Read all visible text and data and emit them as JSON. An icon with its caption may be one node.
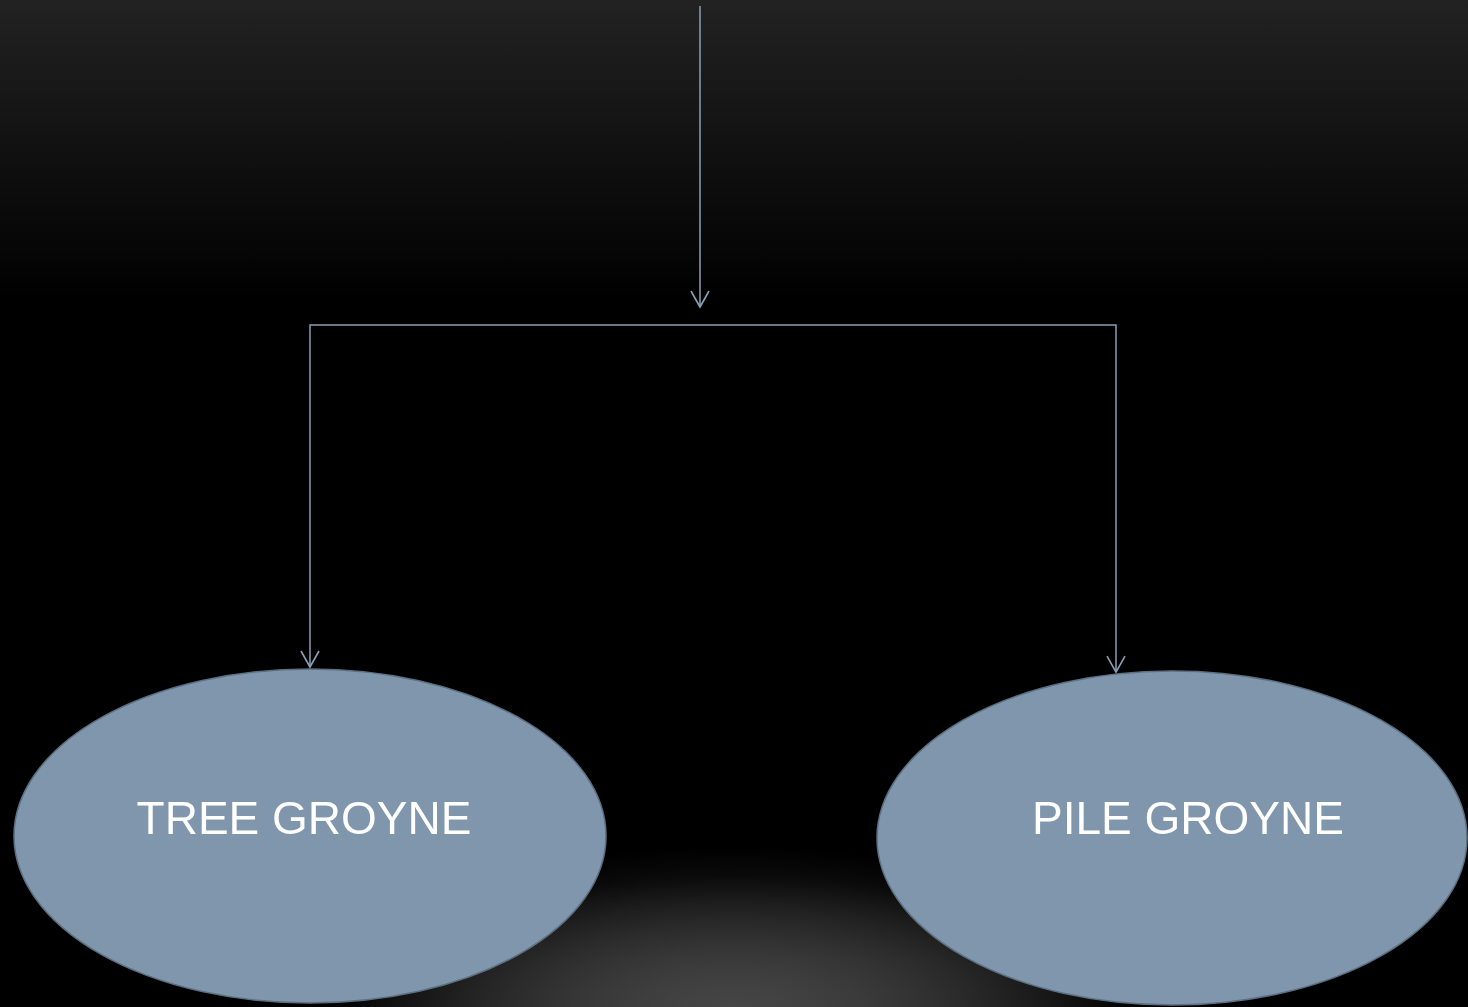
{
  "diagram": {
    "nodes": [
      {
        "text": [
          "TREE GROYNE"
        ]
      },
      {
        "text": [
          "PILE GROYNE"
        ]
      }
    ],
    "edges": [
      {
        "from": null,
        "to": 0,
        "arrow": "to"
      },
      {
        "from": null,
        "to": 1,
        "arrow": "to"
      }
    ]
  }
}
